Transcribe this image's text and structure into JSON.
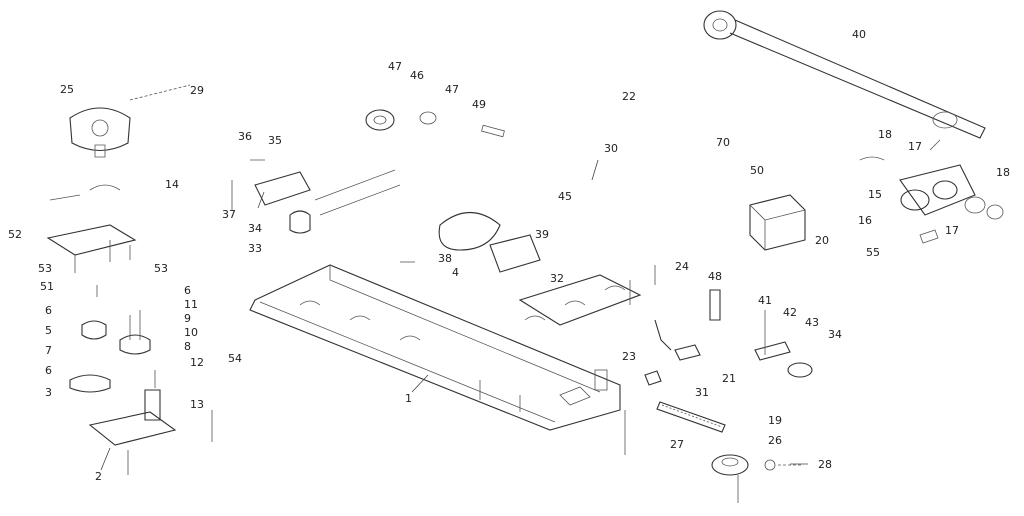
{
  "diagram": {
    "callouts": [
      "1",
      "2",
      "3",
      "4",
      "5",
      "6",
      "6",
      "6",
      "7",
      "8",
      "9",
      "10",
      "11",
      "12",
      "13",
      "14",
      "15",
      "16",
      "17",
      "17",
      "18",
      "18",
      "19",
      "20",
      "21",
      "22",
      "23",
      "24",
      "25",
      "26",
      "27",
      "28",
      "29",
      "30",
      "31",
      "32",
      "33",
      "34",
      "34",
      "35",
      "36",
      "37",
      "38",
      "39",
      "40",
      "41",
      "42",
      "43",
      "45",
      "46",
      "47",
      "47",
      "48",
      "49",
      "50",
      "51",
      "52",
      "53",
      "53",
      "54",
      "55",
      "70"
    ]
  }
}
